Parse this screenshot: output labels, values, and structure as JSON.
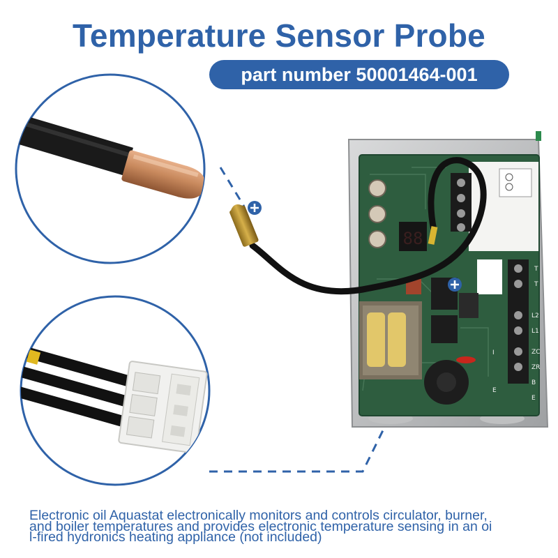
{
  "header": {
    "title": "Temperature Sensor Probe",
    "part_number": "part number 50001464-001"
  },
  "description": "Electronic oil Aquastat electronically monitors and controls circulator, burner,\nand boiler temperatures and provides electronic temperature sensing in an oi\nl-fired hydronics heating appliance (not included)",
  "board_labels": {
    "display": "88",
    "terminals_right": [
      "T",
      "T",
      "L2",
      "L1",
      "ZC",
      "ZR",
      "B",
      "E"
    ],
    "terminal_left": [
      "I",
      "E"
    ]
  },
  "colors": {
    "brand_blue": "#2f62a8",
    "board_green": "#2e5d3f",
    "copper": "#c98a5e",
    "brass": "#c19a3a"
  },
  "icons": [
    "plus-marker-icon",
    "plus-marker-icon"
  ]
}
